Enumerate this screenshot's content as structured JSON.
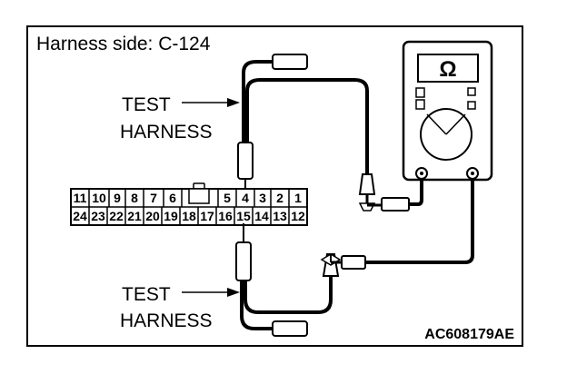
{
  "title": "Harness side: C-124",
  "test_harness_top": [
    "TEST",
    "HARNESS"
  ],
  "test_harness_bottom": [
    "TEST",
    "HARNESS"
  ],
  "connector": {
    "top_row": [
      "11",
      "10",
      "9",
      "8",
      "7",
      "6",
      "",
      "5",
      "4",
      "3",
      "2",
      "1"
    ],
    "bottom_row": [
      "24",
      "23",
      "22",
      "21",
      "20",
      "19",
      "18",
      "17",
      "16",
      "15",
      "14",
      "13",
      "12"
    ]
  },
  "meter_symbol": "Ω",
  "figure_code": "AC608179AE"
}
